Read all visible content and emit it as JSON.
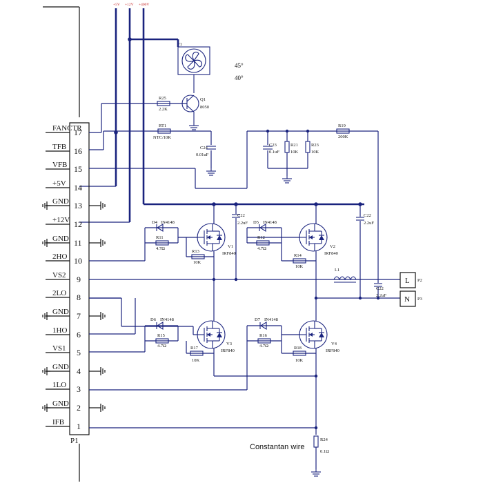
{
  "rails": {
    "p5v": "+5V",
    "p12v": "+12V",
    "p400v": "+400V"
  },
  "connector": {
    "name": "P1",
    "pins": [
      {
        "num": "17",
        "sig": "FANCTR"
      },
      {
        "num": "16",
        "sig": "TFB"
      },
      {
        "num": "15",
        "sig": "VFB"
      },
      {
        "num": "14",
        "sig": "+5V"
      },
      {
        "num": "13",
        "sig": "GND"
      },
      {
        "num": "12",
        "sig": "+12V"
      },
      {
        "num": "11",
        "sig": "GND"
      },
      {
        "num": "10",
        "sig": "2HO"
      },
      {
        "num": "9",
        "sig": "VS2"
      },
      {
        "num": "8",
        "sig": "2LO"
      },
      {
        "num": "7",
        "sig": "GND"
      },
      {
        "num": "6",
        "sig": "1HO"
      },
      {
        "num": "5",
        "sig": "VS1"
      },
      {
        "num": "4",
        "sig": "GND"
      },
      {
        "num": "3",
        "sig": "1LO"
      },
      {
        "num": "2",
        "sig": "GND"
      },
      {
        "num": "1",
        "sig": "IFB"
      }
    ]
  },
  "fan": {
    "ref": "F1",
    "angle": "45°",
    "angle2": "40°"
  },
  "q1": {
    "ref": "Q1",
    "part": "8050"
  },
  "r25": {
    "ref": "R25",
    "val": "2.2K"
  },
  "rt1": {
    "ref": "RT1",
    "val": "NTC/10K"
  },
  "c24": {
    "ref": "C24",
    "val": "0.01uF"
  },
  "r19": {
    "ref": "R19",
    "val": "200K"
  },
  "c23": {
    "ref": "C23",
    "val": "0.1uF"
  },
  "r21": {
    "ref": "R21",
    "val": "10K"
  },
  "r23": {
    "ref": "R23",
    "val": "10K"
  },
  "c22a": {
    "ref": "C22",
    "val": "2.2uF"
  },
  "c22b": {
    "ref": "C22",
    "val": "2.2uF"
  },
  "c22c": {
    "ref": "C22",
    "val": "2.2uF"
  },
  "d4": {
    "ref": "D4",
    "part": "IN4148"
  },
  "d5": {
    "ref": "D5",
    "part": "IN4148"
  },
  "d6": {
    "ref": "D6",
    "part": "IN4148"
  },
  "d7": {
    "ref": "D7",
    "part": "IN4148"
  },
  "r11": {
    "ref": "R11",
    "val": "4.7Ω"
  },
  "r12": {
    "ref": "R12",
    "val": "4.7Ω"
  },
  "r15": {
    "ref": "R15",
    "val": "4.7Ω"
  },
  "r16": {
    "ref": "R16",
    "val": "4.7Ω"
  },
  "r13": {
    "ref": "R13",
    "val": "10K"
  },
  "r14": {
    "ref": "R14",
    "val": "10K"
  },
  "r17": {
    "ref": "R17",
    "val": "10K"
  },
  "r18": {
    "ref": "R18",
    "val": "10K"
  },
  "v1": {
    "ref": "V1",
    "part": "IRF840"
  },
  "v2": {
    "ref": "V2",
    "part": "IRF840"
  },
  "v3": {
    "ref": "V3",
    "part": "IRF840"
  },
  "v4": {
    "ref": "V4",
    "part": "IRF840"
  },
  "l1": {
    "ref": "L1"
  },
  "p2": {
    "ref": "P2",
    "label": "L"
  },
  "p3": {
    "ref": "P3",
    "label": "N"
  },
  "r24": {
    "ref": "R24",
    "val": "0.1Ω"
  },
  "note": "Constantan wire"
}
